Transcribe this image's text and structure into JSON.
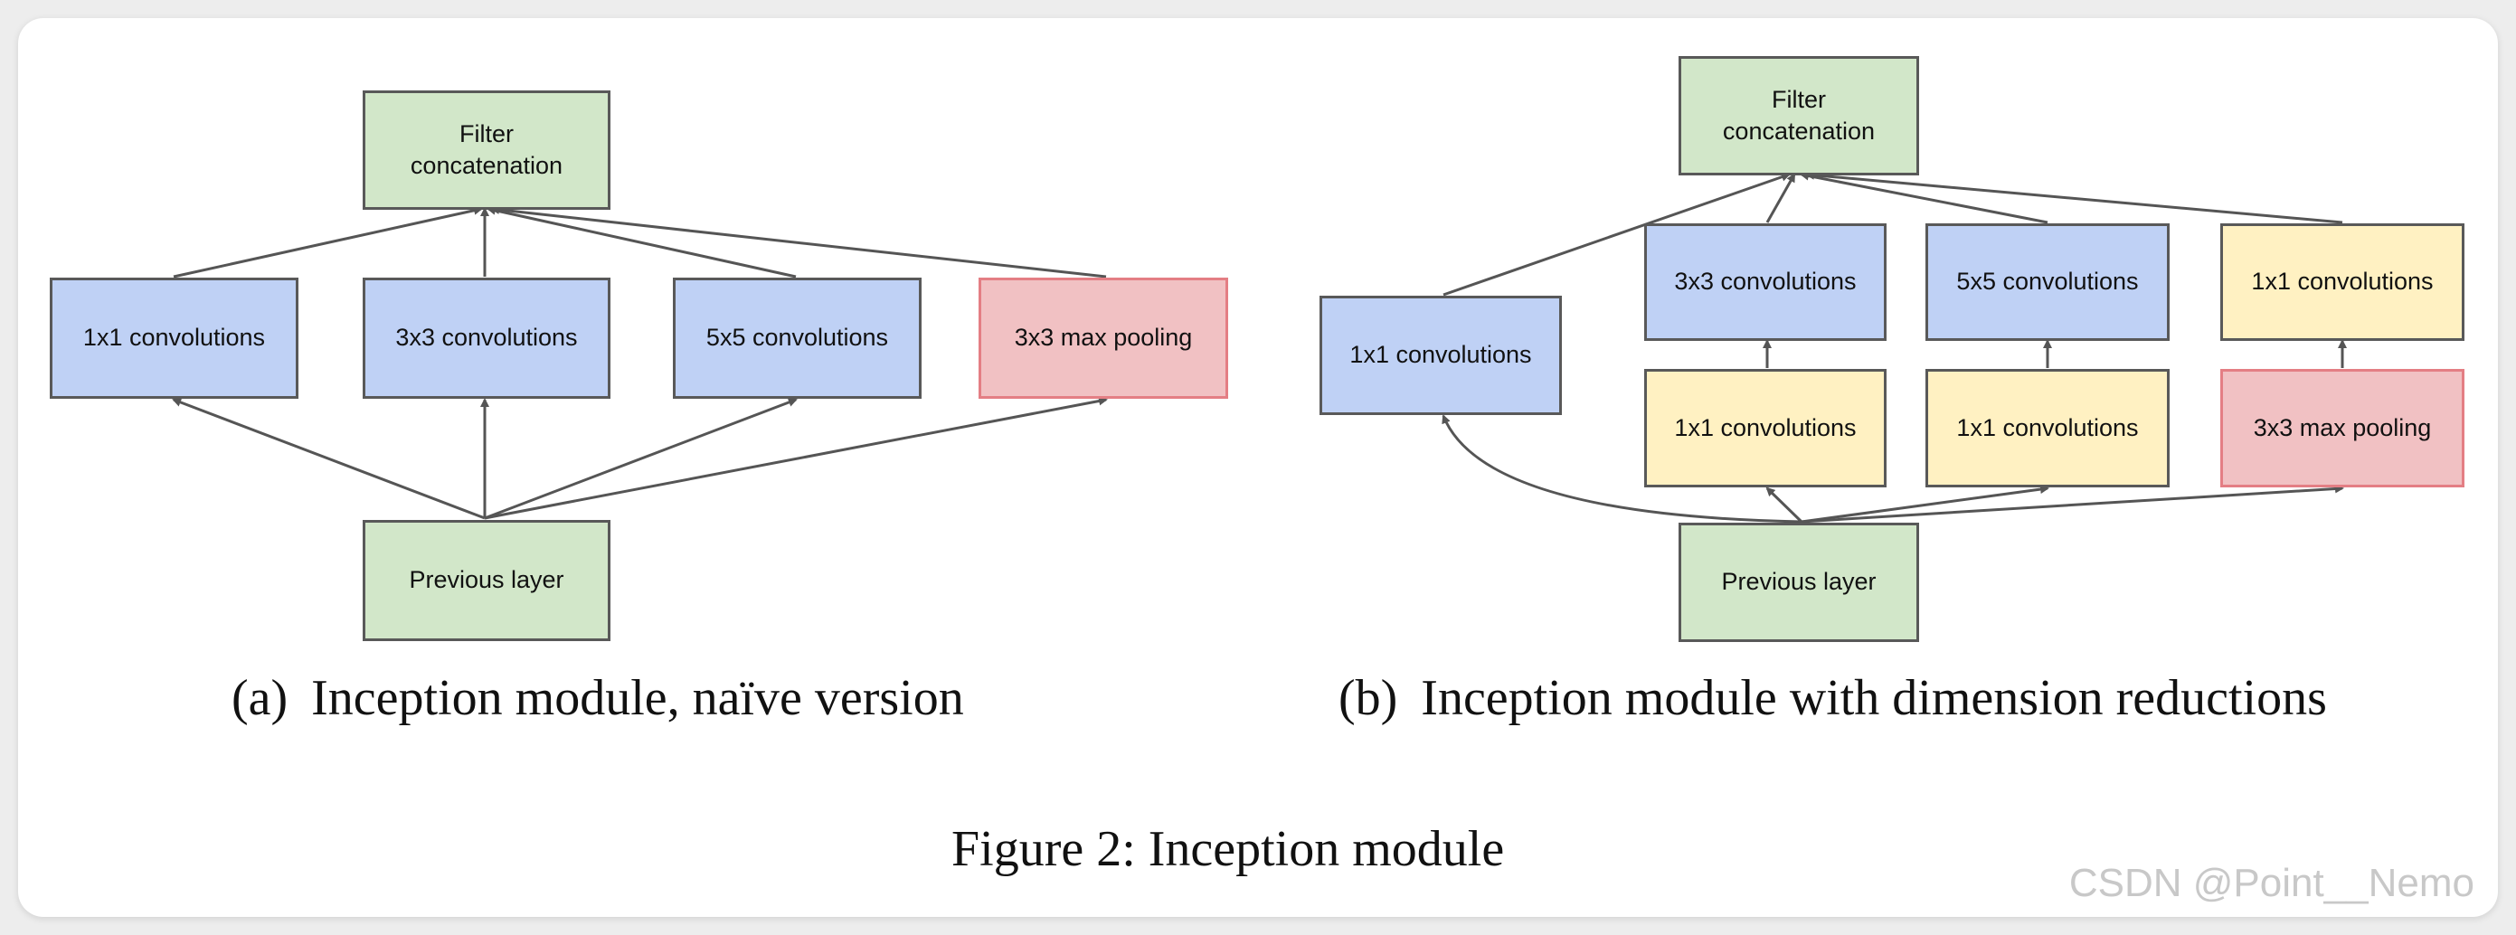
{
  "diagram_a": {
    "nodes": {
      "filter_concat": "Filter\nconcatenation",
      "conv1": "1x1 convolutions",
      "conv3": "3x3 convolutions",
      "conv5": "5x5 convolutions",
      "maxpool": "3x3 max pooling",
      "previous": "Previous layer"
    },
    "caption_label": "(a)",
    "caption_text": "Inception module, naïve version"
  },
  "diagram_b": {
    "nodes": {
      "filter_concat": "Filter\nconcatenation",
      "conv1_direct": "1x1 convolutions",
      "conv3": "3x3 convolutions",
      "conv5": "5x5 convolutions",
      "conv1_pool_proj": "1x1 convolutions",
      "conv1_reduce_3": "1x1 convolutions",
      "conv1_reduce_5": "1x1 convolutions",
      "maxpool": "3x3 max pooling",
      "previous": "Previous layer"
    },
    "caption_label": "(b)",
    "caption_text": "Inception module with dimension reductions"
  },
  "figure_caption": "Figure 2: Inception module",
  "watermark": "CSDN @Point__Nemo",
  "colors": {
    "green": "#d2e7c9",
    "blue": "#bfd1f5",
    "red": "#f1c1c3",
    "yellow": "#fff1c2",
    "border": "#595959",
    "arrow": "#555555"
  }
}
